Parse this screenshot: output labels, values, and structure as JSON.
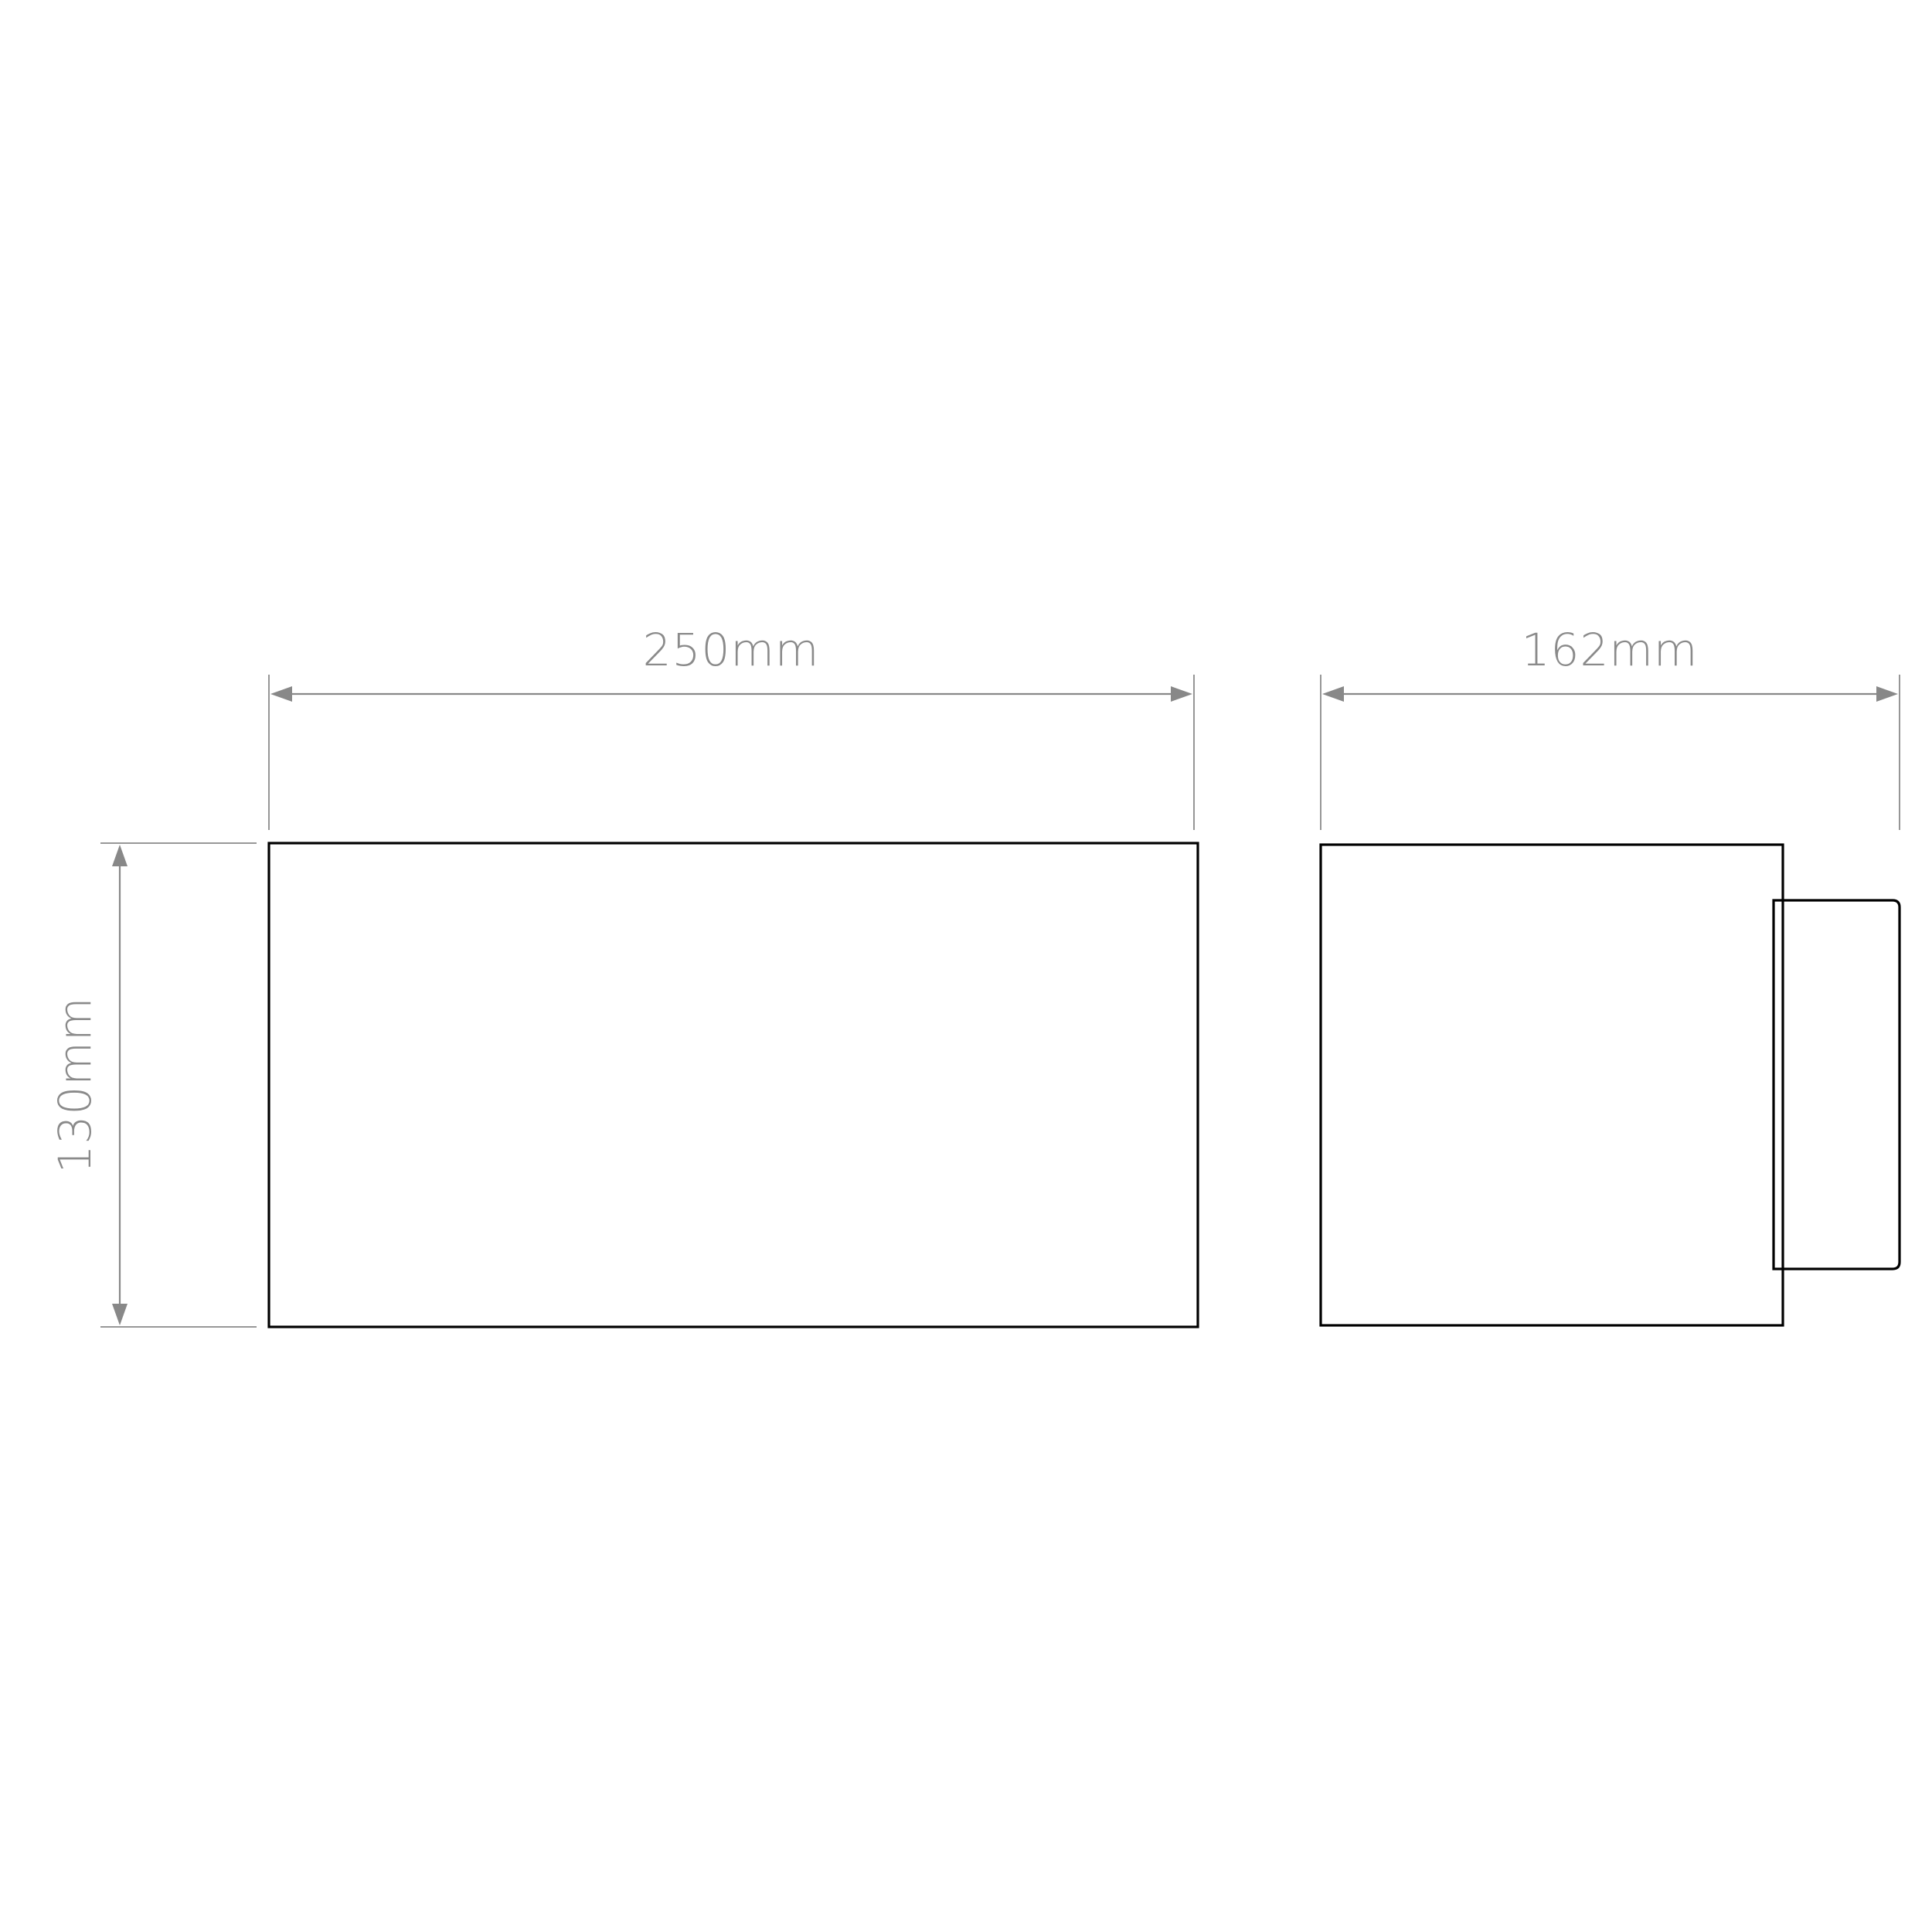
{
  "dimensions": {
    "front_width": "250mm",
    "side_depth": "162mm",
    "height": "130mm"
  },
  "colors": {
    "outline": "#000000",
    "dimension": "#888888",
    "background": "#ffffff"
  }
}
